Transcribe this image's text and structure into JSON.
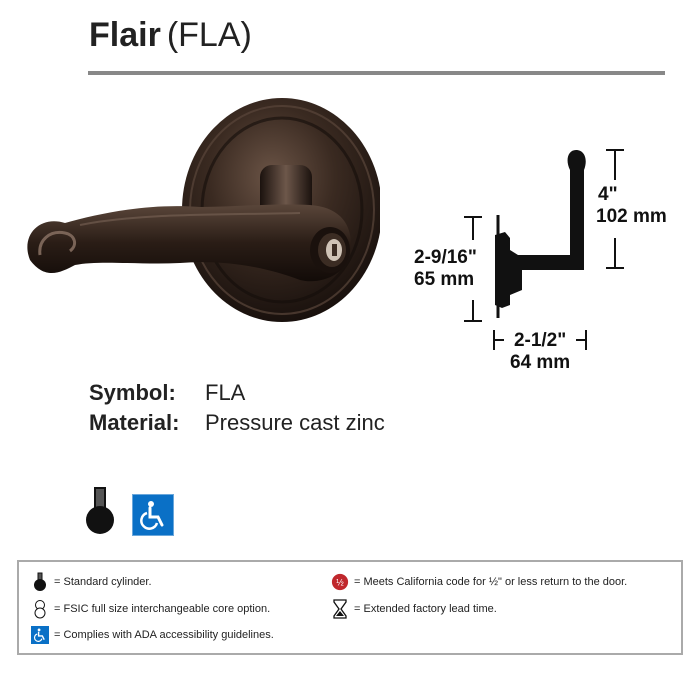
{
  "header": {
    "name": "Flair",
    "code": "(FLA)"
  },
  "dimensions": {
    "height_in": "2-9/16\"",
    "height_mm": "65 mm",
    "projection_in": "4\"",
    "projection_mm": "102 mm",
    "depth_in": "2-1/2\"",
    "depth_mm": "64 mm"
  },
  "specs": {
    "symbol_label": "Symbol:",
    "symbol_value": "FLA",
    "material_label": "Material:",
    "material_value": "Pressure cast zinc"
  },
  "legend": {
    "standard_cylinder": "= Standard cylinder.",
    "fsic": "= FSIC full size interchangeable core option.",
    "ada": "= Complies with ADA accessibility guidelines.",
    "california": "= Meets California code for ½\" or less return to the door.",
    "lead_time": "= Extended factory lead time."
  },
  "colors": {
    "rule": "#888888",
    "ada_blue": "#0a70c6",
    "california_red": "#c0282d",
    "finish": "#2a1e18"
  },
  "icons": [
    "cylinder-icon",
    "fsic-core-icon",
    "wheelchair-icon",
    "california-half-icon",
    "hourglass-icon"
  ]
}
